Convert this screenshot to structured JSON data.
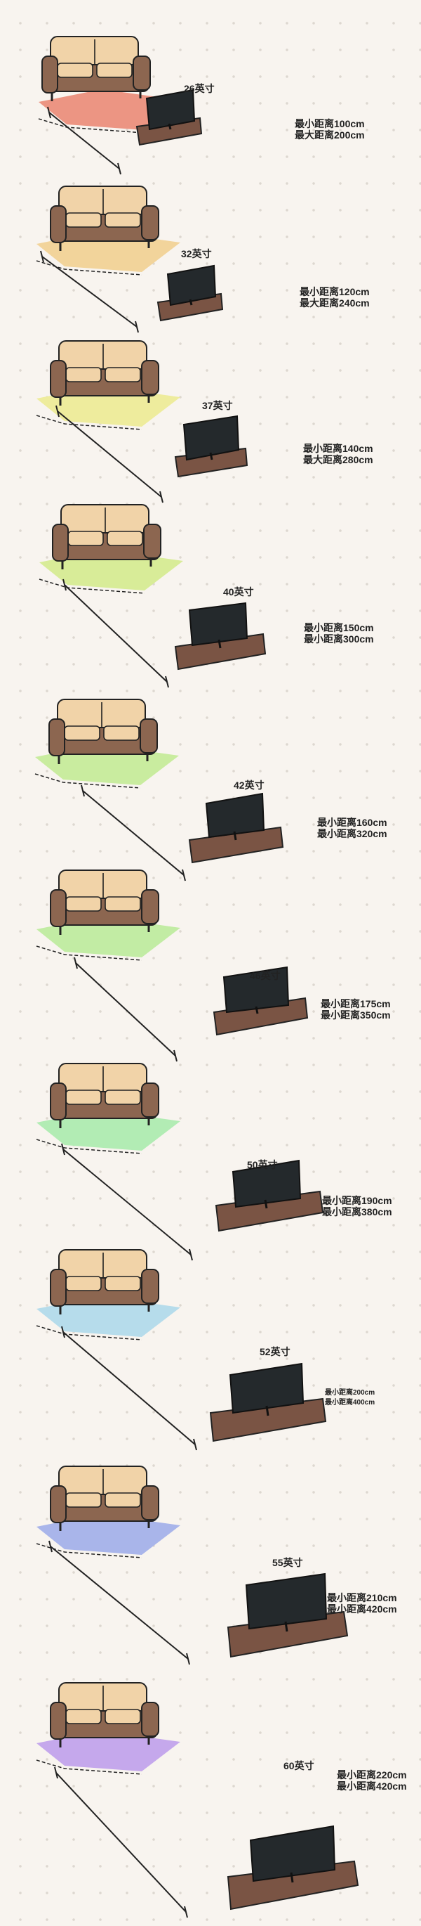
{
  "scenes": [
    {
      "size": "26英寸",
      "min": "最小距离100cm",
      "max": "最大距离200cm",
      "rug": "#ec9583"
    },
    {
      "size": "32英寸",
      "min": "最小距离120cm",
      "max": "最大距离240cm",
      "rug": "#f2d49b"
    },
    {
      "size": "37英寸",
      "min": "最小距离140cm",
      "max": "最大距离280cm",
      "rug": "#eeec9d"
    },
    {
      "size": "40英寸",
      "min": "最小距离150cm",
      "max": "最小距离300cm",
      "rug": "#d8ec98"
    },
    {
      "size": "42英寸",
      "min": "最小距离160cm",
      "max": "最小距离320cm",
      "rug": "#c9ec9f"
    },
    {
      "size": "46英寸",
      "min": "最小距离175cm",
      "max": "最小距离350cm",
      "rug": "#c2eca4"
    },
    {
      "size": "50英寸",
      "min": "最小距离190cm",
      "max": "最小距离380cm",
      "rug": "#b2ecb4"
    },
    {
      "size": "52英寸",
      "min": "最小距离200cm",
      "max": "最小距离400cm",
      "rug": "#b6dceb"
    },
    {
      "size": "55英寸",
      "min": "最小距离210cm",
      "max": "最小距离420cm",
      "rug": "#a9b5ea"
    },
    {
      "size": "60英寸",
      "min": "最小距离220cm",
      "max": "最小距离420cm",
      "rug": "#c5a8ec"
    }
  ]
}
